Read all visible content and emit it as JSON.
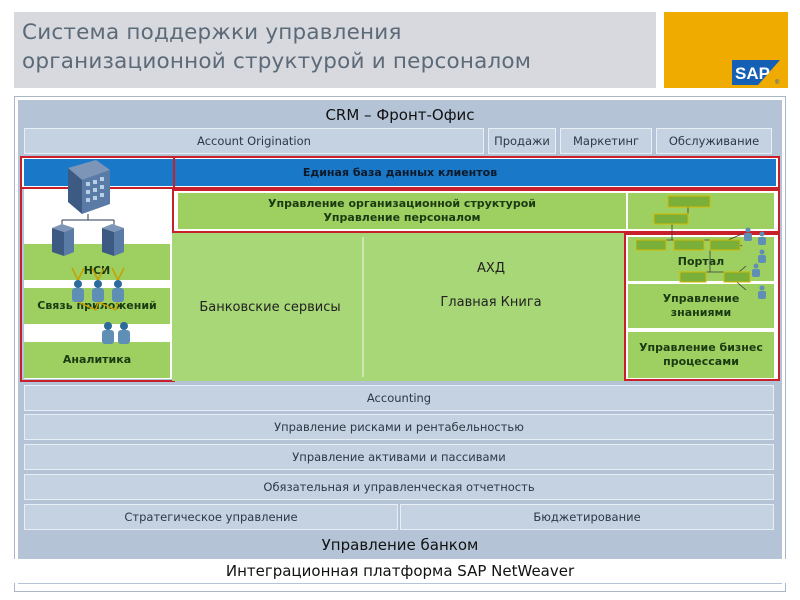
{
  "header": {
    "title_line1": "Система поддержки управления",
    "title_line2": "организационной структурой и персоналом",
    "logo_text": "SAP",
    "logo_reg": "®"
  },
  "crm": {
    "title": "CRM – Фронт-Офис",
    "account_origination": "Account Origination",
    "sales": "Продажи",
    "marketing": "Маркетинг",
    "service": "Обслуживание"
  },
  "client_db": "Единая база данных клиентов",
  "org_mgmt": {
    "line1": "Управление организационной структурой",
    "line2": "Управление персоналом"
  },
  "left_column": {
    "nsi": "НСИ",
    "app_link": "Связь приложений",
    "analytics": "Аналитика"
  },
  "center": {
    "banking_services": "Банковские сервисы",
    "ahd": "АХД",
    "general_ledger": "Главная Книга"
  },
  "right_column": {
    "portal": "Портал",
    "knowledge_line1": "Управление",
    "knowledge_line2": "знаниями",
    "bpm_line1": "Управление бизнес",
    "bpm_line2": "процессами"
  },
  "strips": {
    "accounting": "Accounting",
    "risk": "Управление рисками и рентабельностью",
    "alm": "Управление активами и пассивами",
    "reporting": "Обязательная и управленческая отчетность",
    "strategic": "Стратегическое управление",
    "budgeting": "Бюджетирование"
  },
  "bank_mgmt": "Управление банком",
  "integration": "Интеграционная платформа SAP NetWeaver",
  "colors": {
    "header_bg": "#d7d9df",
    "title_text": "#5c6a78",
    "sap_yellow": "#f0ab00",
    "sap_blue": "#1560b4",
    "panel_blue": "#b4c4d6",
    "strip_blue": "#c4d2e2",
    "db_blue": "#1a78c8",
    "green": "#9dcf61",
    "light_green": "#a8d777",
    "highlight_red": "#c8202a"
  }
}
